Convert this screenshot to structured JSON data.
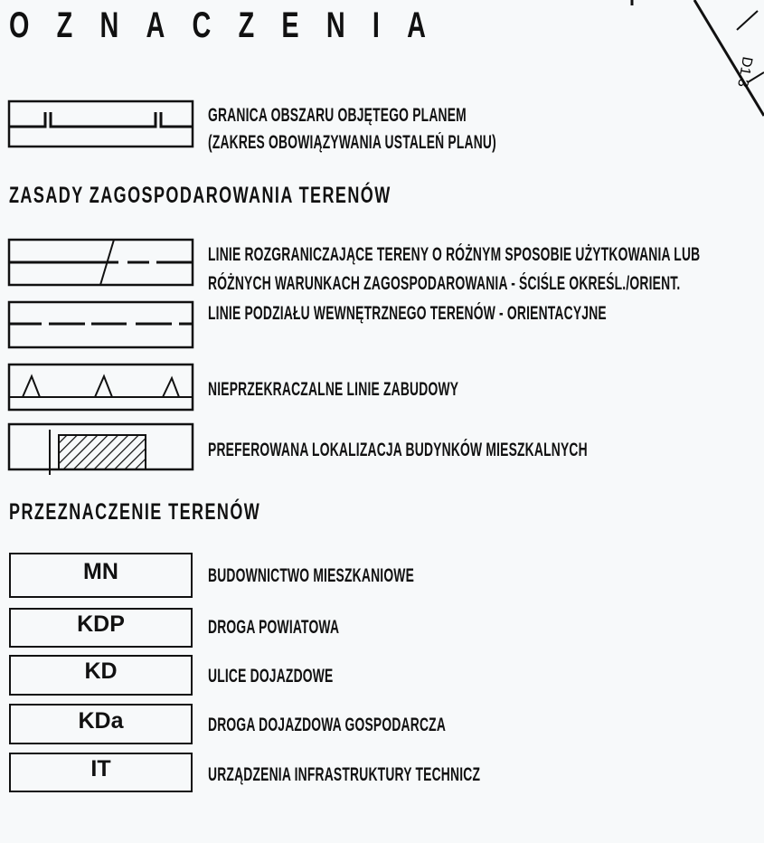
{
  "title": "OZNACZENIA",
  "corner_label": "D1.3",
  "boundary": {
    "line1": "GRANICA OBSZARU OBJĘTEGO PLANEM",
    "line2": "(ZAKRES OBOWIĄZYWANIA USTALEŃ PLANU)"
  },
  "section_rules": {
    "heading": "ZASADY ZAGOSPODAROWANIA TERENÓW",
    "items": [
      "LINIE ROZGRANICZAJĄCE TERENY O RÓŻNYM SPOSOBIE UŻYTKOWANIA LUB",
      "RÓŻNYCH WARUNKACH ZAGOSPODAROWANIA - ŚCIŚLE OKREŚL./ORIENT.",
      "LINIE PODZIAŁU WEWNĘTRZNEGO TERENÓW - ORIENTACYJNE",
      "NIEPRZEKRACZALNE LINIE ZABUDOWY",
      "PREFEROWANA LOKALIZACJA BUDYNKÓW MIESZKALNYCH"
    ]
  },
  "section_use": {
    "heading": "PRZEZNACZENIE TERENÓW",
    "items": [
      {
        "code": "MN",
        "label": "BUDOWNICTWO MIESZKANIOWE"
      },
      {
        "code": "KDP",
        "label": "DROGA POWIATOWA"
      },
      {
        "code": "KD",
        "label": "ULICE DOJAZDOWE"
      },
      {
        "code": "KDa",
        "label": "DROGA DOJAZDOWA GOSPODARCZA"
      },
      {
        "code": "IT",
        "label": "URZĄDZENIA INFRASTRUKTURY TECHNICZ"
      }
    ]
  }
}
